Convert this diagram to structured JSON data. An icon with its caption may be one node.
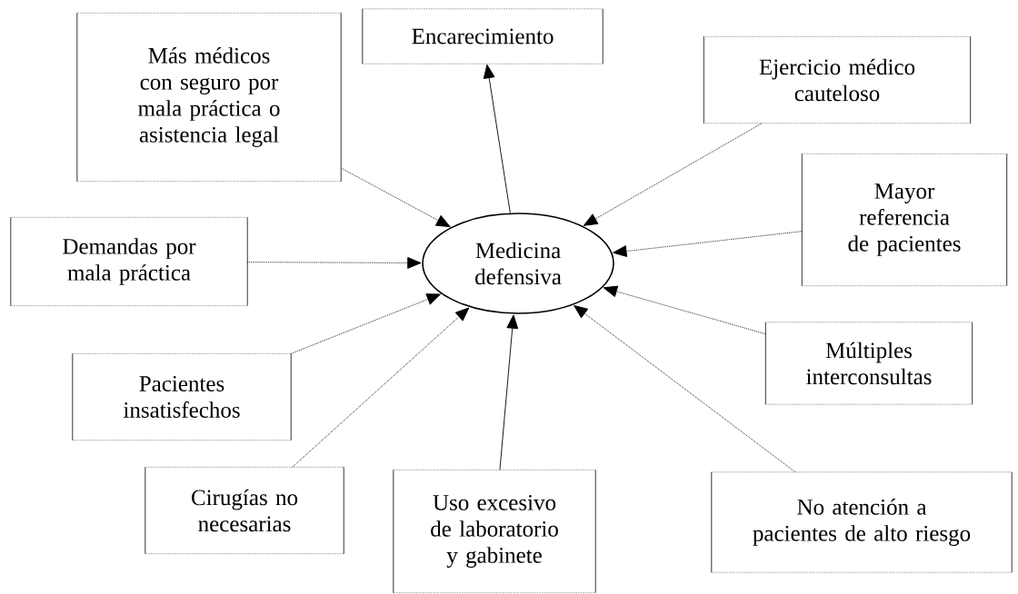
{
  "diagram": {
    "nodes": [
      {
        "text": [
          "Más médicos con seguro por mala práctica o asistencia legal"
        ]
      },
      {
        "text": [
          "Encarecimiento"
        ]
      },
      {
        "text": [
          "Ejercicio médico cauteloso"
        ]
      },
      {
        "text": [
          "Mayor referencia de pacientes"
        ]
      },
      {
        "text": [
          "Demandas por mala práctica"
        ]
      },
      {
        "text": [
          "Medicina defensiva"
        ]
      },
      {
        "text": [
          "Múltiples interconsultas"
        ]
      },
      {
        "text": [
          "Pacientes insatisfechos"
        ]
      },
      {
        "text": [
          "Cirugías no necesarias"
        ]
      },
      {
        "text": [
          "Uso excesivo de laboratorio y gabinete"
        ]
      },
      {
        "text": [
          "No atención a pacientes de alto riesgo"
        ]
      }
    ],
    "edges": [
      {
        "from": 5,
        "to": 1,
        "arrow": "to"
      },
      {
        "from": 9,
        "to": 5,
        "arrow": "to"
      },
      {
        "from": 0,
        "to": 5,
        "arrow": "to",
        "style": "dashed"
      },
      {
        "from": 4,
        "to": 5,
        "arrow": "to",
        "style": "dashed"
      },
      {
        "from": 7,
        "to": 5,
        "arrow": "to",
        "style": "dashed"
      },
      {
        "from": 8,
        "to": 5,
        "arrow": "to",
        "style": "dashed"
      },
      {
        "from": 2,
        "to": 5,
        "arrow": "to",
        "style": "dashed"
      },
      {
        "from": 3,
        "to": 5,
        "arrow": "to",
        "style": "dashed"
      },
      {
        "from": 6,
        "to": 5,
        "arrow": "to",
        "style": "dashed"
      },
      {
        "from": 10,
        "to": 5,
        "arrow": "to",
        "style": "dashed"
      }
    ]
  }
}
